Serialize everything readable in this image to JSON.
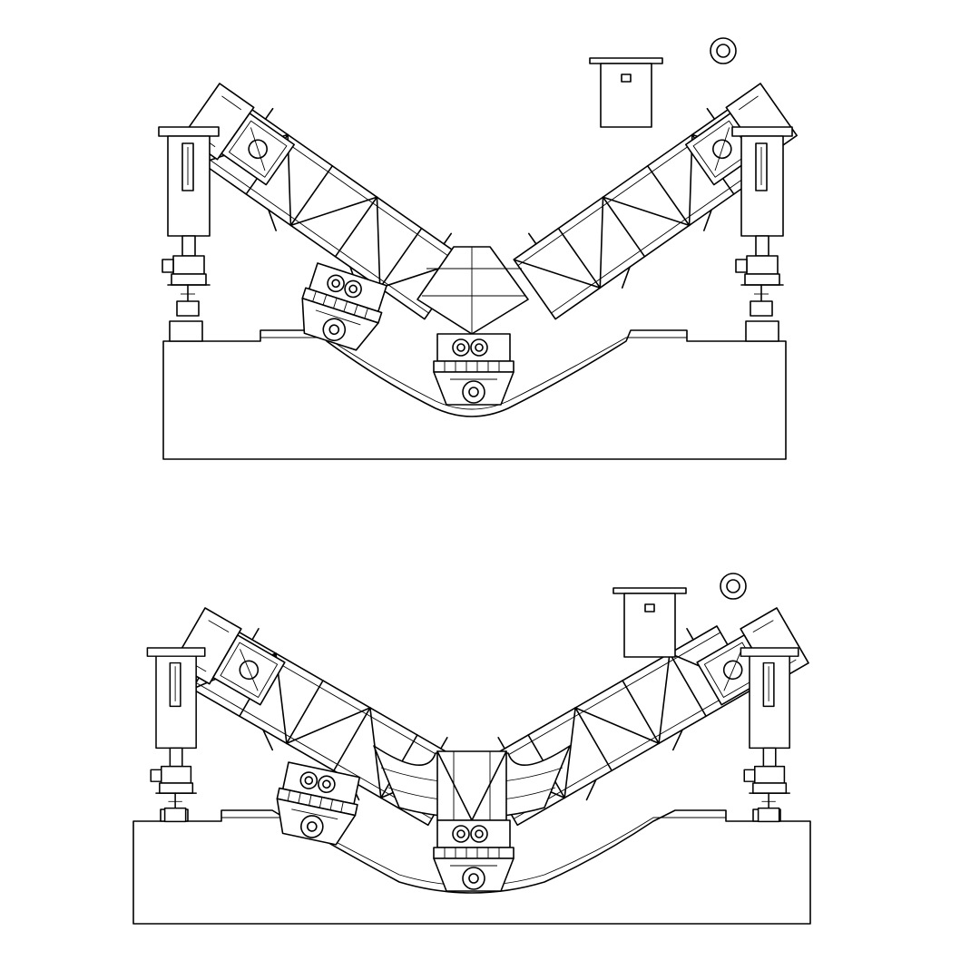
{
  "colors": {
    "line": "#000000",
    "background": "#ffffff"
  },
  "figure": {
    "views": [
      {
        "id": "view-top",
        "center_frame": "trapezoid"
      },
      {
        "id": "view-bottom",
        "center_frame": "curved"
      }
    ]
  }
}
